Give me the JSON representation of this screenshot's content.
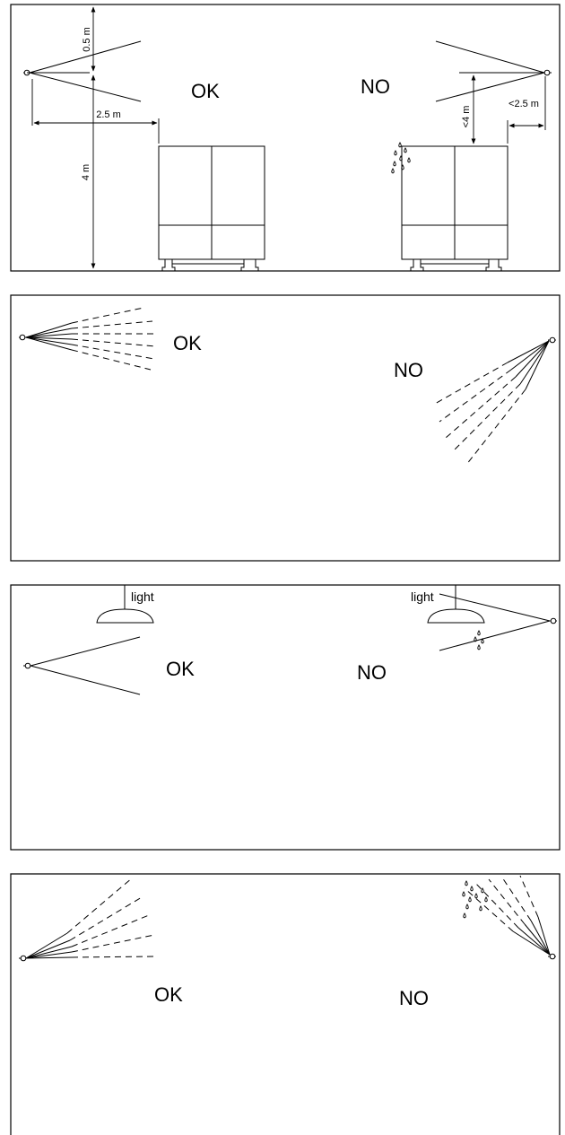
{
  "panels": [
    {
      "id": "panel-1",
      "ok_label": "OK",
      "no_label": "NO",
      "dimensions": {
        "top_clearance": "0.5 m",
        "horizontal_distance": "2.5 m",
        "mount_height": "4 m",
        "bad_vertical": "<4 m",
        "bad_horizontal": "<2.5 m"
      }
    },
    {
      "id": "panel-2",
      "ok_label": "OK",
      "no_label": "NO"
    },
    {
      "id": "panel-3",
      "ok_label": "OK",
      "no_label": "NO",
      "light_left": "light",
      "light_right": "light"
    },
    {
      "id": "panel-4",
      "ok_label": "OK",
      "no_label": "NO"
    }
  ]
}
